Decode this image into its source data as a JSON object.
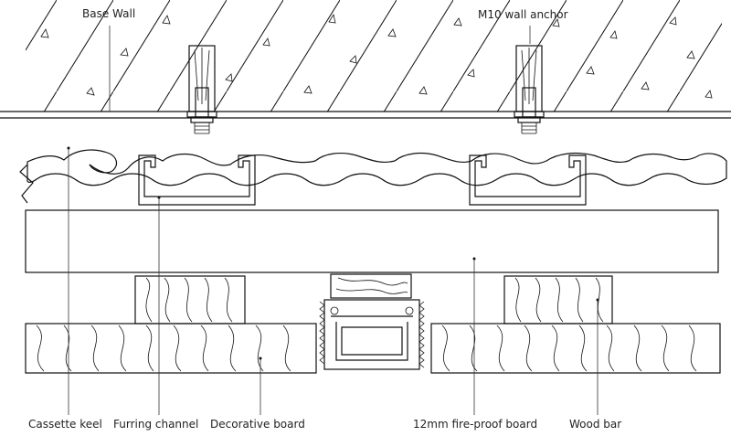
{
  "labels": {
    "base_wall": "Base Wall",
    "wall_anchor": "M10 wall anchor",
    "cassette_keel": "Cassette keel",
    "furring_channel": "Furring channel",
    "decorative_board": "Decorative board",
    "fireproof_board": "12mm fire-proof board",
    "wood_bar": "Wood bar"
  },
  "colors": {
    "line": "#111111",
    "background": "#ffffff"
  }
}
